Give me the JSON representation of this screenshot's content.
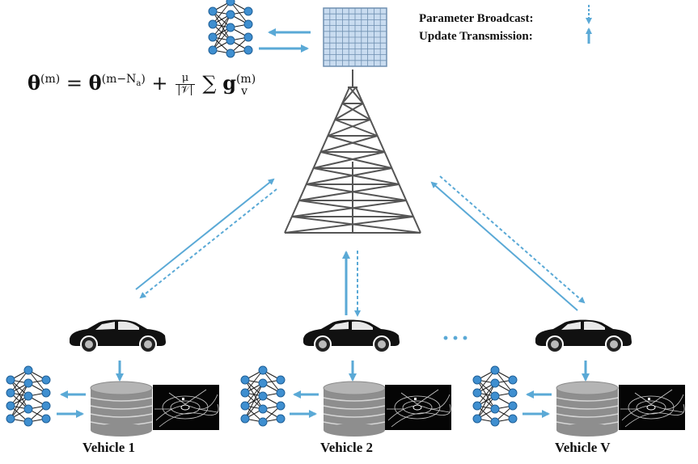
{
  "legend": {
    "broadcast_label": "Parameter Broadcast:",
    "update_label": "Update Transmission:"
  },
  "formula": {
    "theta": "θ",
    "sup_m": "(m)",
    "sup_m_minus": "(m−N",
    "sub_a": "a",
    "close_paren": ")",
    "plus": "+",
    "mu": "μ",
    "card_v": "|𝒱|",
    "sum": "∑",
    "g": "g",
    "sub_v": "v",
    "equals": "="
  },
  "vehicles": [
    {
      "label": "Vehicle 1"
    },
    {
      "label": "Vehicle 2"
    },
    {
      "label": "Vehicle V"
    }
  ],
  "ellipsis": "···",
  "colors": {
    "arrow": "#5aa9d6",
    "nn_node": "#3f8fd0",
    "nn_edge": "#1a1a1a",
    "tower": "#555555",
    "server_fill": "#c9dcf0",
    "server_grid": "#6f8fb0",
    "disk": "#9a9a9a",
    "car": "#111111"
  },
  "icons": [
    "neural-network-icon",
    "server-grid-icon",
    "tower-icon",
    "car-icon",
    "database-icon",
    "lidar-image-icon"
  ]
}
